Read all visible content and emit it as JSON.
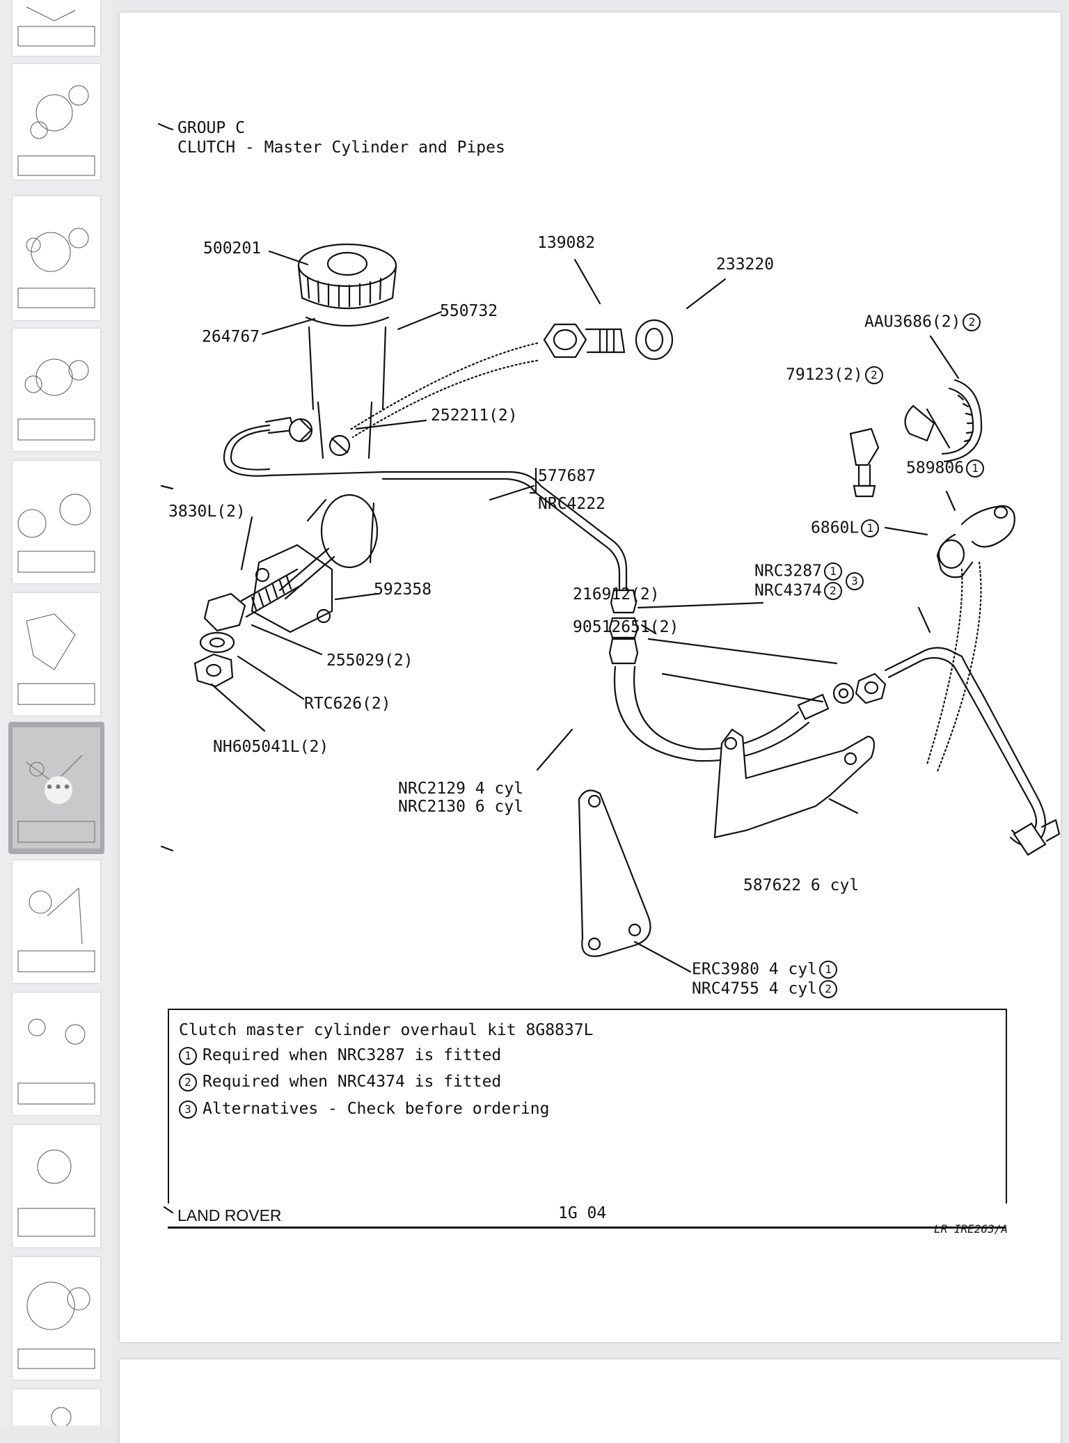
{
  "sidebar": {
    "more_label": "•••",
    "thumbnails": [
      {
        "label": "page-thumbnail"
      },
      {
        "label": "page-thumbnail"
      },
      {
        "label": "page-thumbnail"
      },
      {
        "label": "page-thumbnail"
      },
      {
        "label": "page-thumbnail"
      },
      {
        "label": "page-thumbnail"
      },
      {
        "label": "page-thumbnail-current"
      },
      {
        "label": "page-thumbnail"
      },
      {
        "label": "page-thumbnail"
      },
      {
        "label": "page-thumbnail"
      },
      {
        "label": "page-thumbnail"
      },
      {
        "label": "page-thumbnail"
      }
    ]
  },
  "header": {
    "group": "GROUP C",
    "title": "CLUTCH - Master Cylinder and Pipes"
  },
  "parts": {
    "p500201": "500201",
    "p139082": "139082",
    "p233220": "233220",
    "p264767": "264767",
    "p550732": "550732",
    "pAAU3686": "AAU3686(2)",
    "p79123": "79123(2)",
    "p252211": "252211(2)",
    "p577687": "577687",
    "pNRC4222": "NRC4222",
    "p589806": "589806",
    "p3830L": "3830L(2)",
    "p6860L": "6860L",
    "pNRC3287": "NRC3287",
    "pNRC4374": "NRC4374",
    "p592358": "592358",
    "p216912": "216912(2)",
    "p90512651": "90512651(2)",
    "p255029": "255029(2)",
    "pRTC626": "RTC626(2)",
    "pNH605041L": "NH605041L(2)",
    "pNRC2129": "NRC2129 4 cyl",
    "pNRC2130": "NRC2130 6 cyl",
    "p587622": "587622 6 cyl",
    "pERC3980": "ERC3980 4 cyl",
    "pNRC4755": "NRC4755 4 cyl"
  },
  "markers": {
    "one": "1",
    "two": "2",
    "three": "3"
  },
  "notes": {
    "kit": "Clutch master cylinder overhaul kit 8G8837L",
    "note1": "Required when NRC3287 is fitted",
    "note2": "Required when NRC4374 is fitted",
    "note3": "Alternatives - Check before ordering"
  },
  "footer": {
    "brand": "LAND ROVER",
    "page_code": "1G 04",
    "ref": "LR IRE263/A"
  }
}
